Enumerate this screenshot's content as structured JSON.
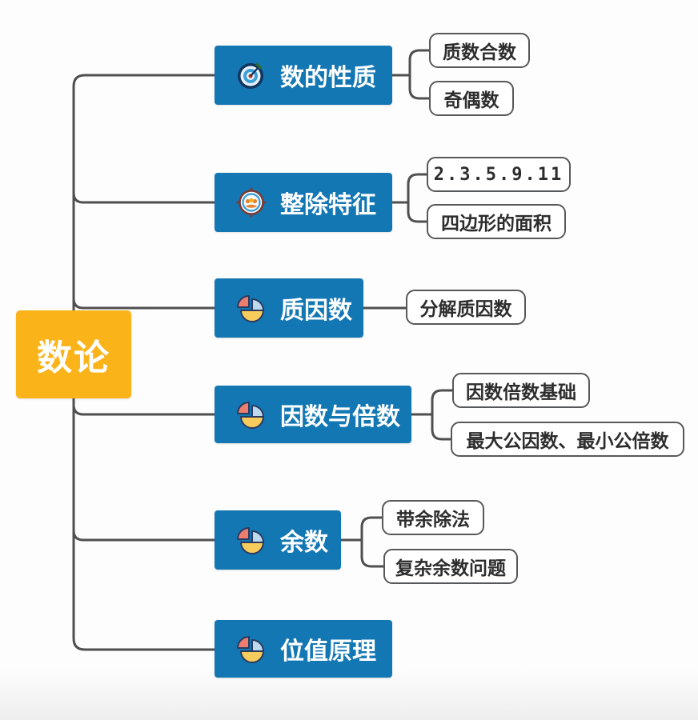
{
  "diagram_title": "数论",
  "root": {
    "label": "数论"
  },
  "branches": [
    {
      "label": "数的性质",
      "icon": "dartboard-icon",
      "children": [
        "质数合数",
        "奇偶数"
      ]
    },
    {
      "label": "整除特征",
      "icon": "scope-icon",
      "children": [
        "2.3.5.9.11",
        "四边形的面积"
      ]
    },
    {
      "label": "质因数",
      "icon": "pie-chart-icon",
      "children": [
        "分解质因数"
      ]
    },
    {
      "label": "因数与倍数",
      "icon": "pie-chart-icon",
      "children": [
        "因数倍数基础",
        "最大公因数、最小公倍数"
      ]
    },
    {
      "label": "余数",
      "icon": "pie-chart-icon",
      "children": [
        "带余除法",
        "复杂余数问题"
      ]
    },
    {
      "label": "位值原理",
      "icon": "pie-chart-icon",
      "children": []
    }
  ],
  "colors": {
    "branch_fill": "#1377b4",
    "root_fill": "#fbb31a",
    "connector": "#4f4f4f",
    "leaf_border": "#57585a",
    "leaf_text": "#2d2d2d",
    "pie_red": "#ed7d6e",
    "pie_blue": "#bcd9ee",
    "pie_yellow": "#f6cd5d"
  }
}
